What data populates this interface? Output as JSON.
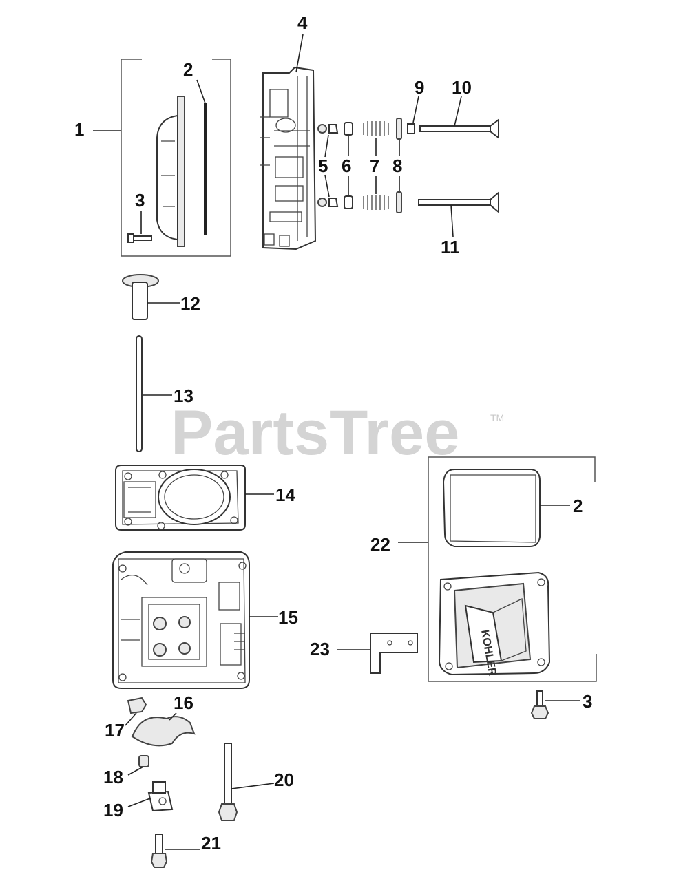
{
  "watermark": {
    "text": "PartsTree",
    "trademark": "TM"
  },
  "callouts": {
    "c1": "1",
    "c2": "2",
    "c3": "3",
    "c4": "4",
    "c5": "5",
    "c6": "6",
    "c7": "7",
    "c8": "8",
    "c9": "9",
    "c10": "10",
    "c11": "11",
    "c12": "12",
    "c13": "13",
    "c14": "14",
    "c15": "15",
    "c16": "16",
    "c17": "17",
    "c18": "18",
    "c19": "19",
    "c20": "20",
    "c21": "21",
    "c22": "22",
    "c23": "23",
    "c2b": "2",
    "c3b": "3"
  },
  "cover_text": "KOHLER"
}
